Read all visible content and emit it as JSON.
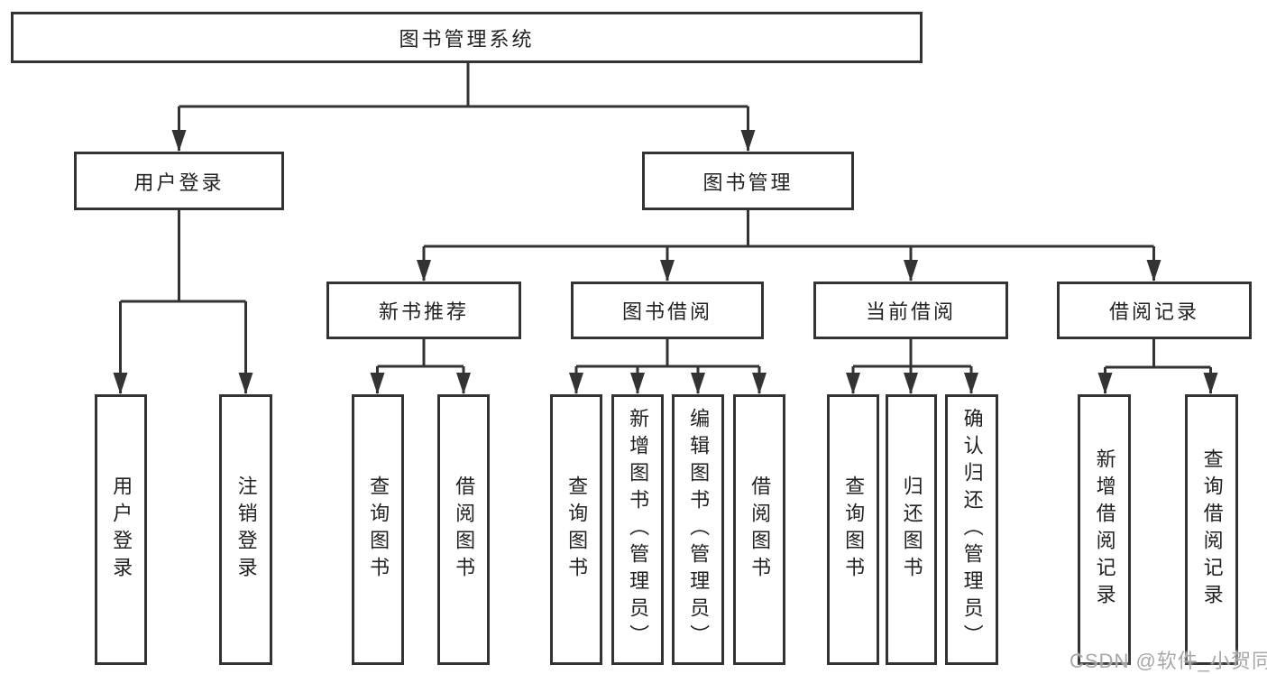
{
  "diagram": {
    "root": {
      "label": "图书管理系统"
    },
    "level2": {
      "user_login": {
        "label": "用户登录"
      },
      "book_mgmt": {
        "label": "图书管理"
      }
    },
    "level3": {
      "new_books": {
        "label": "新书推荐"
      },
      "book_borrow": {
        "label": "图书借阅"
      },
      "current_borrow": {
        "label": "当前借阅"
      },
      "borrow_records": {
        "label": "借阅记录"
      }
    },
    "leaves": {
      "user_login_children": [
        "用户登录",
        "注销登录"
      ],
      "new_books_children": [
        "查询图书",
        "借阅图书"
      ],
      "book_borrow_children": [
        "查询图书",
        "新增图书（管理员）",
        "编辑图书（管理员）",
        "借阅图书"
      ],
      "current_borrow_children": [
        "查询图书",
        "归还图书",
        "确认归还（管理员）"
      ],
      "borrow_records_children": [
        "新增借阅记录",
        "查询借阅记录"
      ]
    }
  },
  "watermark": "CSDN @软件_小贺同学",
  "colors": {
    "stroke": "#333333",
    "text": "#222222",
    "watermark": "#a8a8a8",
    "background": "#ffffff"
  }
}
